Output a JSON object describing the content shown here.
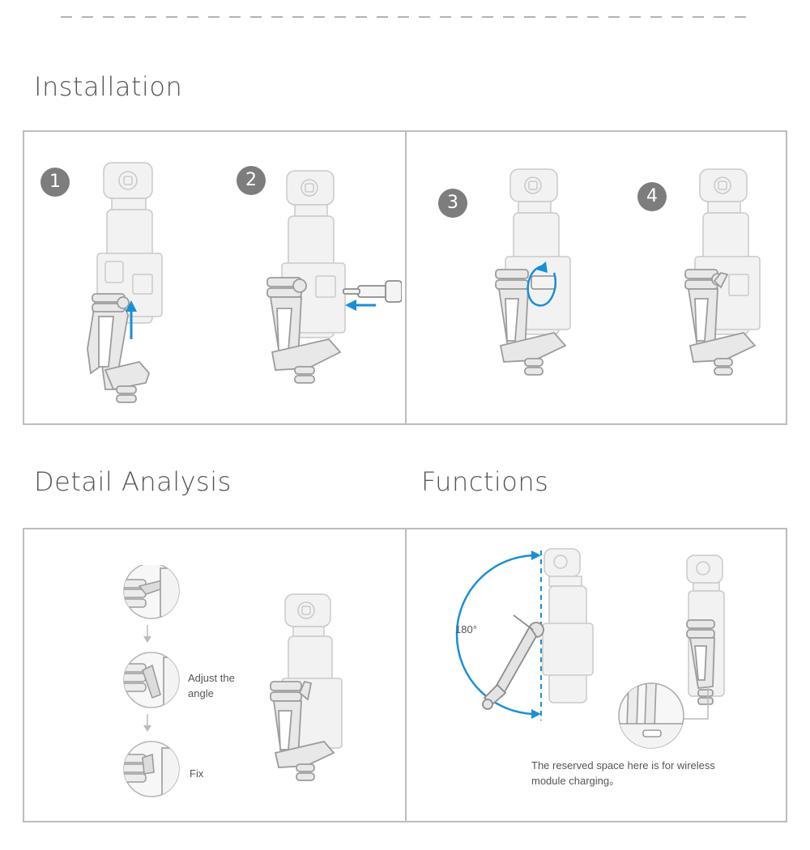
{
  "sections": {
    "installation": {
      "title": "Installation"
    },
    "detail": {
      "title": "Detail Analysis"
    },
    "functions": {
      "title": "Functions"
    }
  },
  "steps": [
    "1",
    "2",
    "3",
    "4"
  ],
  "detail": {
    "adjust_label_line1": "Adjust the",
    "adjust_label_line2": "angle",
    "fix_label": "Fix"
  },
  "functions": {
    "rotation_label": "180°",
    "note_line1": "The reserved space here is for wireless",
    "note_line2": "module charging。"
  },
  "colors": {
    "accent": "#1a8fd6",
    "border": "#bdbdbd",
    "badge": "#7d7d7d"
  }
}
